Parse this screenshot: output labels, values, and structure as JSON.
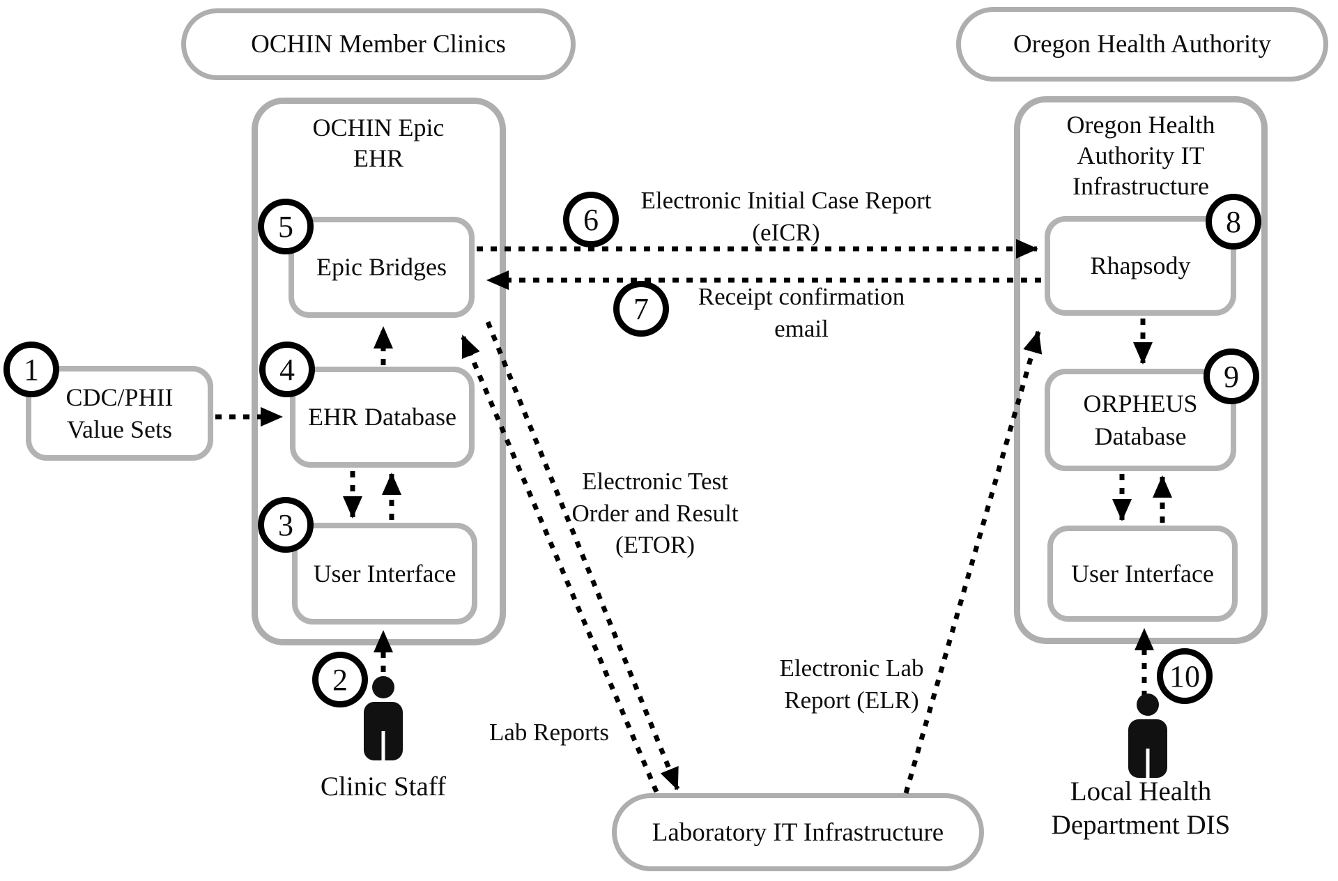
{
  "figure": {
    "pills": {
      "clinics": "OCHIN Member Clinics",
      "oha": "Oregon Health Authority",
      "lab": "Laboratory IT Infrastructure"
    },
    "containers": {
      "ochin": "OCHIN Epic\nEHR",
      "oha_it": "Oregon Health\nAuthority IT\nInfrastructure"
    },
    "nodes": {
      "cdc": "CDC/PHII\nValue Sets",
      "epic_bridges": "Epic Bridges",
      "ehr_db": "EHR Database",
      "ui_left": "User Interface",
      "rhapsody": "Rhapsody",
      "orpheus": "ORPHEUS\nDatabase",
      "ui_right": "User Interface"
    },
    "actors": {
      "clinic_staff": "Clinic Staff",
      "lhd": "Local Health\nDepartment DIS"
    },
    "labels": {
      "eicr": "Electronic Initial Case Report\n(eICR)",
      "receipt": "Receipt confirmation\nemail",
      "etor": "Electronic Test\nOrder and Result\n(ETOR)",
      "lab_reports": "Lab Reports",
      "elr": "Electronic Lab\nReport (ELR)"
    },
    "steps": [
      "1",
      "2",
      "3",
      "4",
      "5",
      "6",
      "7",
      "8",
      "9",
      "10"
    ],
    "colors": {
      "frame_gray": "#aeaeae",
      "ink": "#0d0d0d"
    }
  }
}
